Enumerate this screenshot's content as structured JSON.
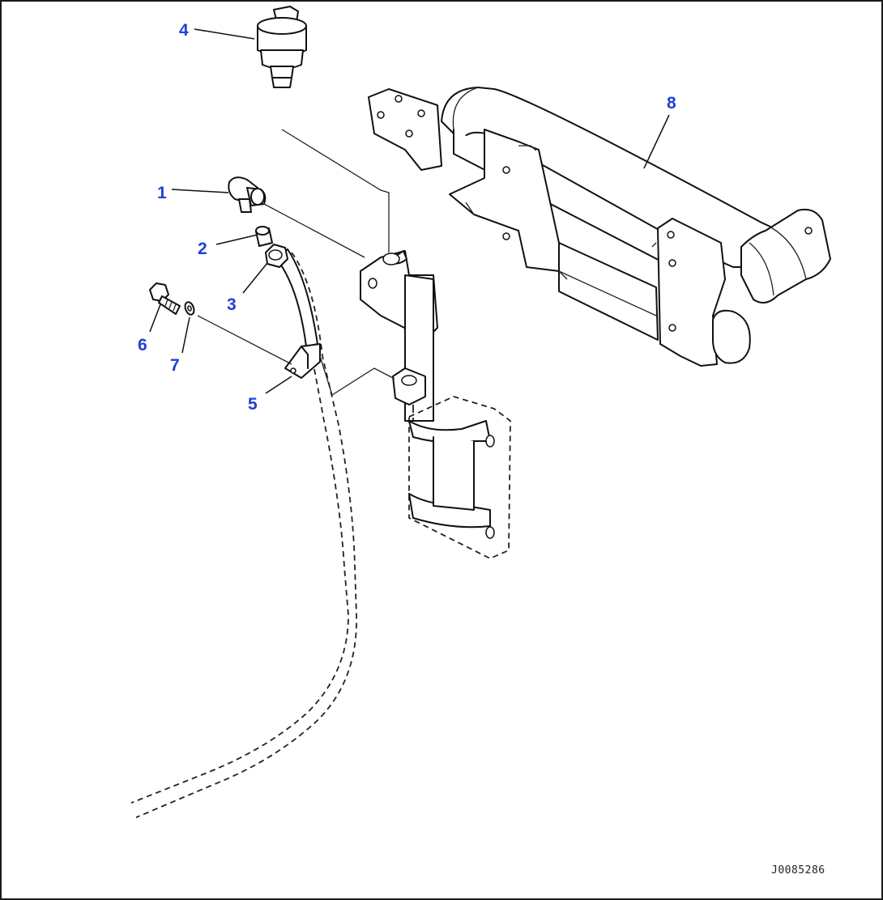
{
  "drawing": {
    "callouts": {
      "c1": "1",
      "c2": "2",
      "c3": "3",
      "c4": "4",
      "c5": "5",
      "c6": "6",
      "c7": "7",
      "c8": "8"
    },
    "drawing_code": "J0085286",
    "callout_color": "#1f3fd6",
    "line_color": "#111111"
  }
}
